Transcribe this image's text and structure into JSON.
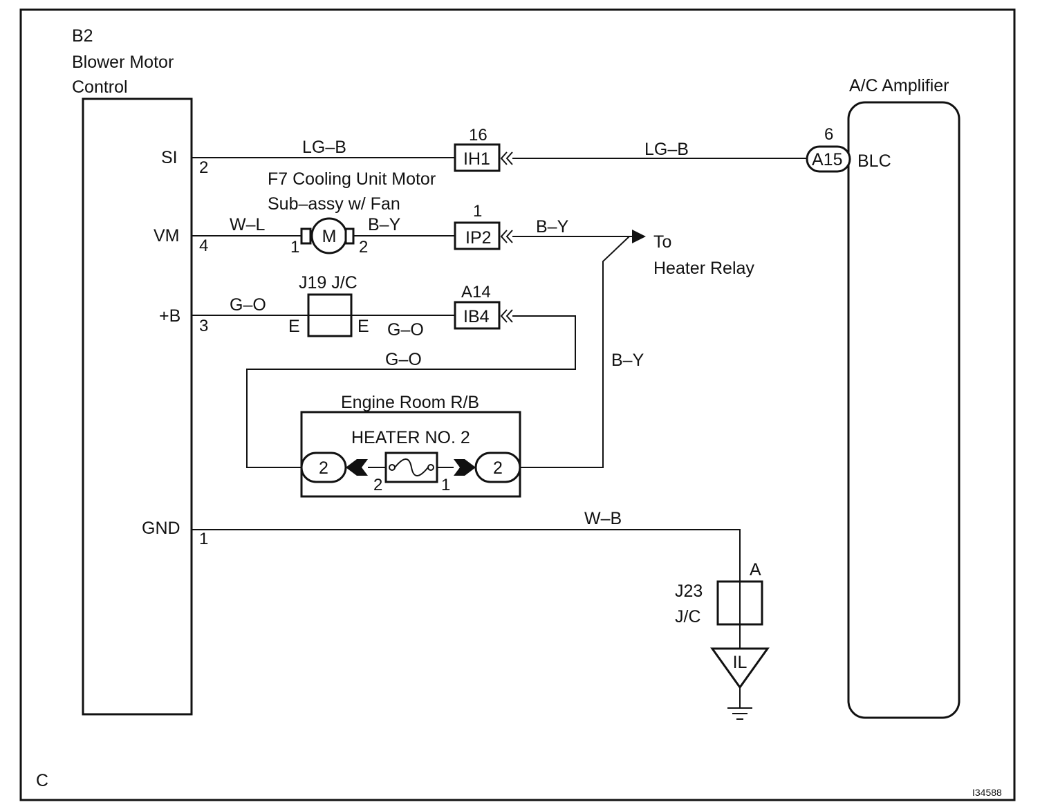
{
  "frame": {
    "corner_letter": "C",
    "figure_id": "I34588"
  },
  "blower": {
    "id": "B2",
    "name_line1": "Blower Motor",
    "name_line2": "Control",
    "pins": {
      "si": {
        "name": "SI",
        "num": "2"
      },
      "vm": {
        "name": "VM",
        "num": "4"
      },
      "b": {
        "name": "+B",
        "num": "3"
      },
      "gnd": {
        "name": "GND",
        "num": "1"
      }
    }
  },
  "amplifier": {
    "name": "A/C Amplifier",
    "pin_num": "6",
    "connector": "A15",
    "pin_name": "BLC"
  },
  "motor": {
    "label_line1": "F7 Cooling Unit Motor",
    "label_line2": "Sub–assy w/ Fan",
    "symbol": "M",
    "pin1": "1",
    "pin2": "2"
  },
  "connectors": {
    "ih1": {
      "label": "IH1",
      "num": "16"
    },
    "ip2": {
      "label": "IP2",
      "num": "1"
    },
    "ib4": {
      "label": "IB4",
      "num": "A14"
    }
  },
  "junction_j19": {
    "label": "J19 J/C",
    "left": "E",
    "right": "E"
  },
  "junction_j23": {
    "label_line1": "J23",
    "label_line2": "J/C",
    "terminal": "A",
    "ground": "IL"
  },
  "heater_relay": {
    "line1": "To",
    "line2": "Heater Relay"
  },
  "engine_room": {
    "title": "Engine Room R/B",
    "fuse": "HEATER NO. 2",
    "left_conn": "2",
    "right_conn": "2",
    "fuse_pin_left": "2",
    "fuse_pin_right": "1"
  },
  "wires": {
    "si_left": "LG–B",
    "si_right": "LG–B",
    "vm_left": "W–L",
    "vm_mid": "B–Y",
    "vm_right": "B–Y",
    "b_left": "G–O",
    "b_mid": "G–O",
    "loop": "G–O",
    "relay_riser": "B–Y",
    "gnd": "W–B"
  }
}
